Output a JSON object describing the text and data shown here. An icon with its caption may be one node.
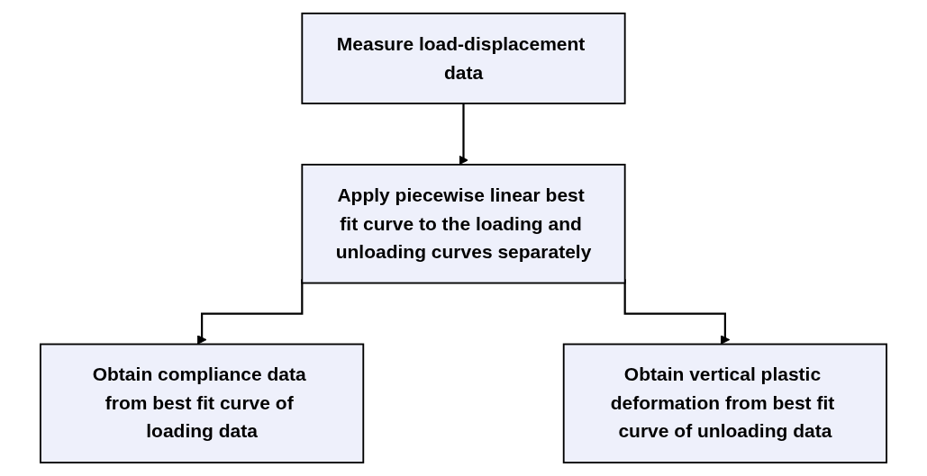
{
  "diagram": {
    "nodes": [
      {
        "text": [
          "Measure load-displacement data"
        ]
      },
      {
        "text": [
          "Apply piecewise linear best fit curve to the loading and unloading curves separately"
        ]
      },
      {
        "text": [
          "Obtain compliance data from best fit curve of loading data"
        ]
      },
      {
        "text": [
          "Obtain vertical plastic deformation from best fit curve of unloading data"
        ]
      }
    ],
    "edges": [
      {
        "from": 0,
        "to": 1,
        "arrow": "to"
      },
      {
        "from": 1,
        "to": 2,
        "arrow": "to"
      },
      {
        "from": 1,
        "to": 3,
        "arrow": "to"
      }
    ]
  }
}
